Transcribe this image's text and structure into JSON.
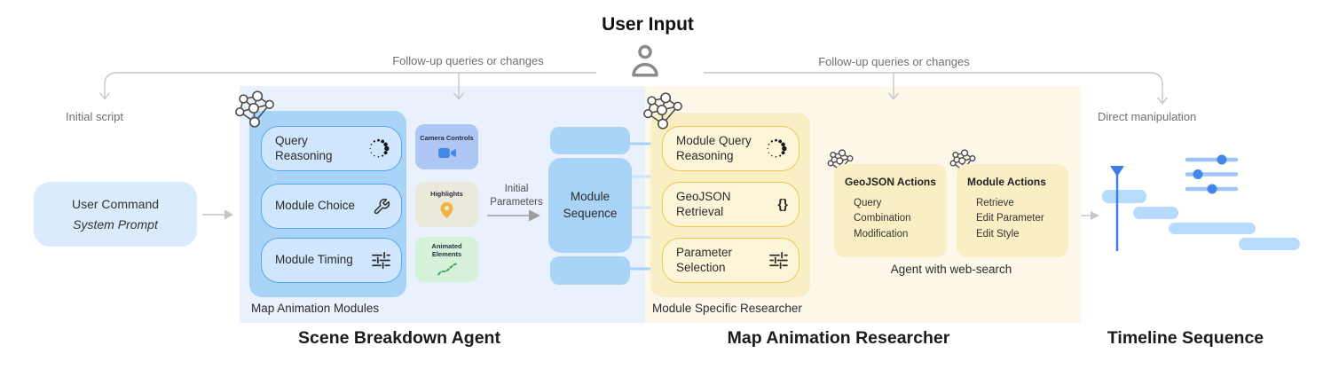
{
  "title": "User Input",
  "annotations": {
    "followup_left": "Follow-up queries or changes",
    "followup_right": "Follow-up queries or changes",
    "initial_script": "Initial script",
    "direct_manipulation": "Direct manipulation",
    "initial_parameters": "Initial Parameters",
    "agent_web_search": "Agent with web-search"
  },
  "user_command": {
    "line1": "User Command",
    "line2": "System Prompt"
  },
  "scene_breakdown": {
    "section_label": "Scene Breakdown Agent",
    "group_label": "Map Animation Modules",
    "modules": [
      "Query Reasoning",
      "Module Choice",
      "Module Timing"
    ],
    "chips": [
      "Camera Controls",
      "Highlights",
      "Animated Elements"
    ]
  },
  "module_sequence": {
    "label": "Module Sequence"
  },
  "researcher": {
    "section_label": "Map Animation Researcher",
    "group_label": "Module Specific Researcher",
    "modules": [
      "Module Query Reasoning",
      "GeoJSON Retrieval",
      "Parameter Selection"
    ],
    "geojson_icon": "{}",
    "geojson_actions": {
      "title": "GeoJSON Actions",
      "items": [
        "Query",
        "Combination",
        "Modification"
      ]
    },
    "module_actions": {
      "title": "Module Actions",
      "items": [
        "Retrieve",
        "Edit Parameter",
        "Edit Style"
      ]
    }
  },
  "timeline": {
    "section_label": "Timeline Sequence"
  },
  "colors": {
    "section_blue": "#e9f2fc",
    "section_yellow": "#fdf8ea",
    "panel_blue": "#a9d4f8",
    "module_blue_fill": "#cfe6fc",
    "module_blue_border": "#58a6f3",
    "panel_yellow": "#faeec5",
    "module_yellow_fill": "#fdf5d8",
    "module_yellow_border": "#efc64f",
    "chip_indigo": "#aec7f4",
    "chip_beige": "#ebe8dc",
    "chip_green": "#d6f1da",
    "command_box_blue": "#d9ebfd",
    "bar_blue": "#b7dbfc",
    "accent_blue": "#4287e8",
    "playhead_blue": "#3f7be4",
    "slider_track": "#9cc6f6",
    "connector_blue": "#a8d3f8",
    "connector_blue_light": "#cbe4fb",
    "icon_orange": "#f2b33f",
    "icon_green": "#3aa55a",
    "icon_gray": "#8a8a8a",
    "line_gray": "#c6c6c6",
    "text_dark": "#232323",
    "text_gray": "#707070"
  }
}
